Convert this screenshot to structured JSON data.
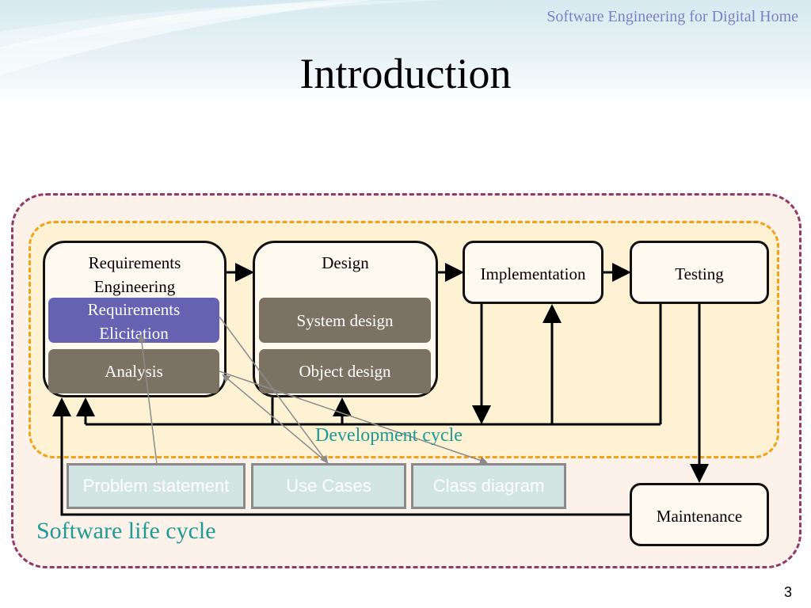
{
  "header": {
    "subtitle": "Software Engineering for Digital Home",
    "title": "Introduction"
  },
  "diagram": {
    "phases": {
      "requirements": "Requirements Engineering",
      "design": "Design",
      "implementation": "Implementation",
      "testing": "Testing",
      "maintenance": "Maintenance"
    },
    "activities": {
      "elicitation": "Requirements Elicitation",
      "analysis": "Analysis",
      "system_design": "System design",
      "object_design": "Object design"
    },
    "artifacts": {
      "problem_statement": "Problem statement",
      "use_cases": "Use Cases",
      "class_diagram": "Class diagram"
    },
    "regions": {
      "development_cycle": "Development cycle",
      "software_life_cycle": "Software life cycle"
    },
    "colors": {
      "life_cycle_border": "#8f3a67",
      "dev_cycle_border": "#f2a21a",
      "elicitation_fill": "#6462b1",
      "activity_fill": "#7b7263",
      "artifact_fill": "#d2e5e3",
      "region_label": "#1f9a94"
    }
  },
  "footer": {
    "page_number": "3"
  }
}
